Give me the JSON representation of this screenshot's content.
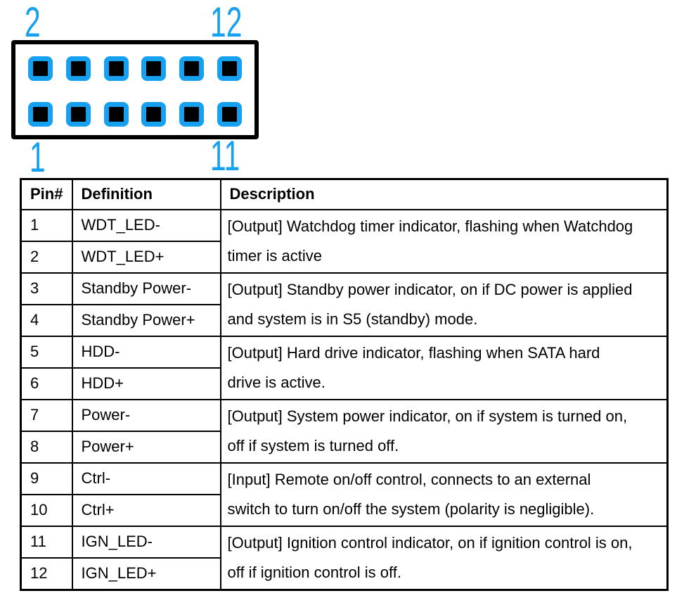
{
  "figure": {
    "pin_count": 12,
    "rows": 2,
    "columns": 6,
    "corner_labels": {
      "top_left": "2",
      "top_right": "12",
      "bottom_left": "1",
      "bottom_right": "11"
    },
    "colors": {
      "pin_blue": "#16A0F0",
      "pin_hole": "#000000",
      "outline": "#000000"
    }
  },
  "table": {
    "headers": [
      "Pin#",
      "Definition",
      "Description"
    ],
    "pairs": [
      {
        "pins": [
          {
            "pin": "1",
            "definition": "WDT_LED-"
          },
          {
            "pin": "2",
            "definition": "WDT_LED+"
          }
        ],
        "description_lines": [
          "[Output] Watchdog timer indicator, flashing when Watchdog",
          "timer is active"
        ]
      },
      {
        "pins": [
          {
            "pin": "3",
            "definition": "Standby Power-"
          },
          {
            "pin": "4",
            "definition": "Standby Power+"
          }
        ],
        "description_lines": [
          "[Output] Standby power indicator, on if DC power is applied",
          "and system is in S5 (standby) mode."
        ]
      },
      {
        "pins": [
          {
            "pin": "5",
            "definition": "HDD-"
          },
          {
            "pin": "6",
            "definition": "HDD+"
          }
        ],
        "description_lines": [
          "[Output] Hard drive indicator, flashing when SATA hard",
          "drive is active."
        ]
      },
      {
        "pins": [
          {
            "pin": "7",
            "definition": "Power-"
          },
          {
            "pin": "8",
            "definition": "Power+"
          }
        ],
        "description_lines": [
          "[Output] System power indicator, on if system is turned on,",
          "off if system is turned off."
        ]
      },
      {
        "pins": [
          {
            "pin": "9",
            "definition": "Ctrl-"
          },
          {
            "pin": "10",
            "definition": "Ctrl+"
          }
        ],
        "description_lines": [
          "[Input] Remote on/off control, connects to an external",
          "switch to turn on/off the system (polarity is negligible)."
        ]
      },
      {
        "pins": [
          {
            "pin": "11",
            "definition": "IGN_LED-"
          },
          {
            "pin": "12",
            "definition": "IGN_LED+"
          }
        ],
        "description_lines": [
          "[Output] Ignition control indicator, on if ignition control is on,",
          "off if ignition control is off."
        ]
      }
    ]
  }
}
